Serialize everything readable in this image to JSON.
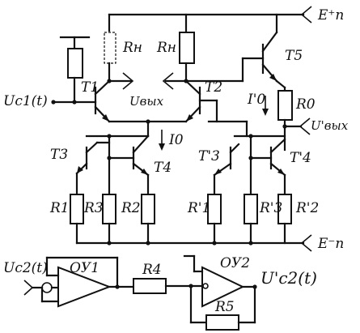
{
  "labels": {
    "ep_plus": "E⁺п",
    "ep_minus": "E⁻п",
    "rh_dashed": "Rн",
    "rh": "Rн",
    "t1": "T1",
    "t2": "T2",
    "t5": "T5",
    "uc1": "Uc1(t)",
    "uvyx": "Uвых",
    "uvyx_prime": "U'вых",
    "i0_prime": "I'0",
    "r0": "R0",
    "i0": "I0",
    "t3": "T3",
    "t4": "T4",
    "t3_prime": "T'3",
    "t4_prime": "T'4",
    "r1": "R1",
    "r3": "R3",
    "r2": "R2",
    "r1_prime": "R'1",
    "r3_prime": "R'3",
    "r2_prime": "R'2",
    "uc2": "Uc2(t)",
    "oy1": "ОУ1",
    "oy2": "ОУ2",
    "r4": "R4",
    "r5": "R5",
    "uc2_prime": "U'c2(t)"
  }
}
